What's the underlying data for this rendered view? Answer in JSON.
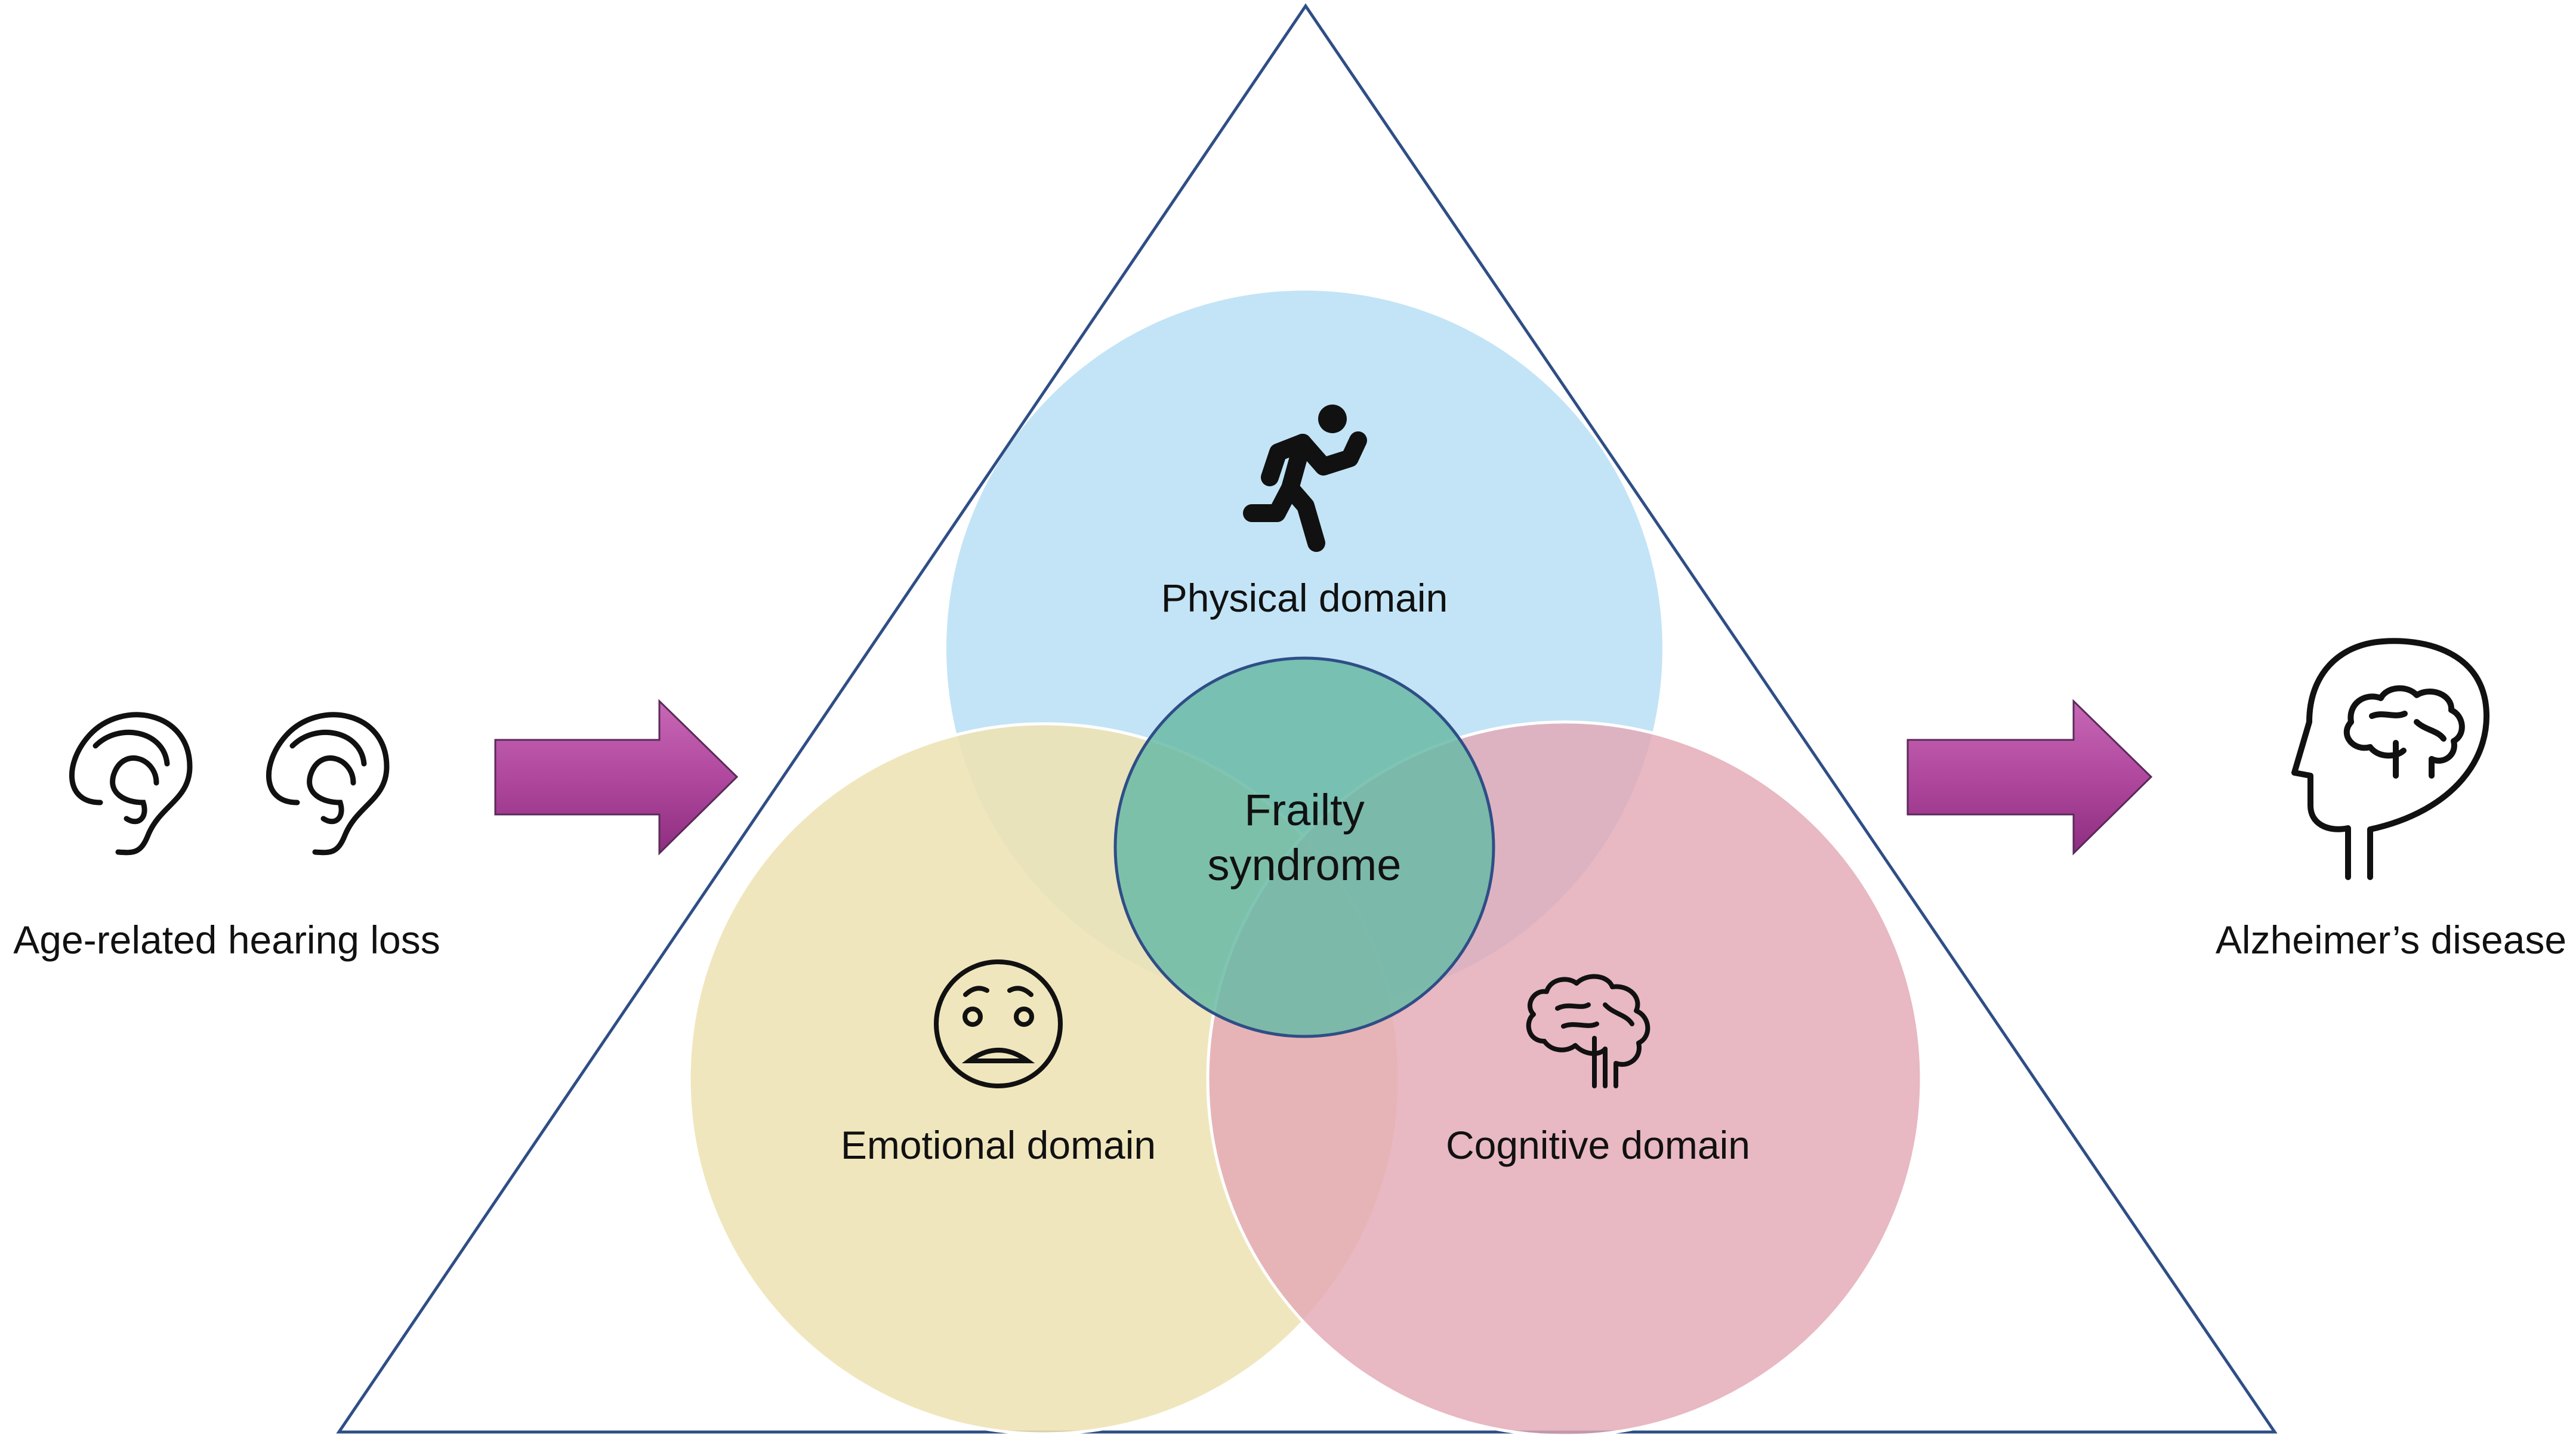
{
  "left": {
    "label": "Age-related hearing loss",
    "icons": [
      "ear-icon",
      "ear-icon"
    ]
  },
  "right": {
    "label": "Alzheimer’s disease",
    "icon": "head-brain-icon"
  },
  "center": {
    "line1": "Frailty",
    "line2": "syndrome"
  },
  "domains": {
    "physical": {
      "label": "Physical domain",
      "icon": "running-person-icon",
      "color": "#BDE2F5"
    },
    "emotional": {
      "label": "Emotional domain",
      "icon": "worried-face-icon",
      "color": "#EEE3B4"
    },
    "cognitive": {
      "label": "Cognitive domain",
      "icon": "brain-icon",
      "color": "#E3A8B6"
    }
  },
  "colors": {
    "arrow": "#B0489E",
    "triangle": "#2F4E86",
    "center_fill": "#6ABAA6",
    "center_stroke": "#2F4E86"
  }
}
